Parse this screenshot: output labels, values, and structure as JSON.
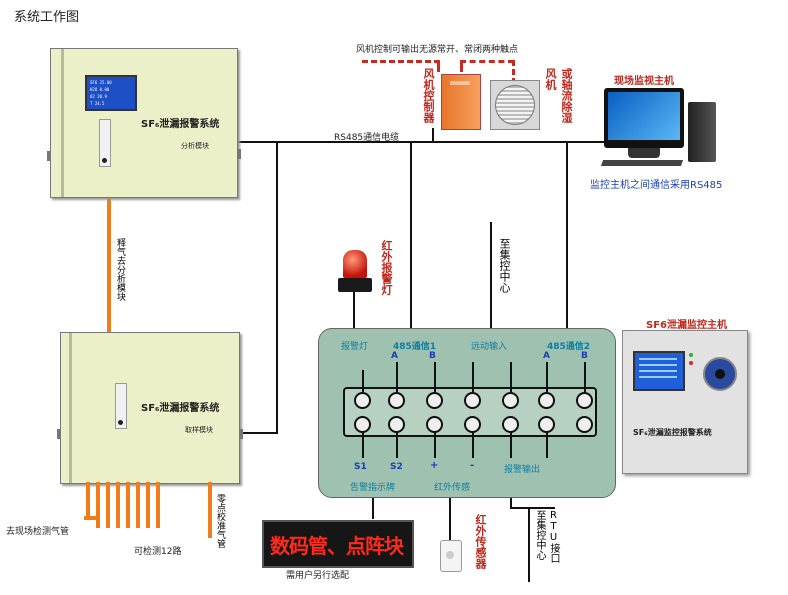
{
  "title": "系统工作图",
  "analyzer_box": {
    "title": "SF₆泄漏报警系统",
    "module": "分析模块",
    "screen_lines": [
      "SF6 25.00",
      "H2O 0.00",
      "O2 20.9",
      "T 24.5"
    ]
  },
  "sampler_box": {
    "title": "SF₆泄漏报警系统",
    "module": "取样模块"
  },
  "gas_path_label": "释气去分析模块",
  "rs485_label": "RS485通信电缆",
  "fan_note": "风机控制可输出无源常开、常闭两种触点",
  "fan_controller_label": "风机控制器",
  "fan_label": "或轴流除湿风机",
  "pc_title": "现场监视主机",
  "pc_note": "监控主机之间通信采用RS485",
  "alarm_light_label": "红外报警灯",
  "center_top_label": "至集控中心",
  "terminal": {
    "top_labels": [
      "报警灯",
      "485通信1",
      "远动输入",
      "485通信2"
    ],
    "ab_labels": [
      "A",
      "B",
      "A",
      "B"
    ],
    "bottom_labels": [
      "S1",
      "S2",
      "+",
      "-",
      "报警输出"
    ],
    "bottom_group_labels": [
      "告警指示牌",
      "红外传感"
    ]
  },
  "main_host": {
    "label": "SF6泄漏监控主机",
    "panel_title": "SF₆泄漏监控报警系统"
  },
  "field_pipe_label": "去现场检测气管",
  "channels_label": "可检测12路",
  "zero_label": "零点校准气管",
  "led_sign": {
    "text": "数码管、点阵块",
    "note": "需用户另行选配"
  },
  "ir_sensor_label": "红外传感器",
  "rtu_label": "RTU接口",
  "center_bottom_label": "至集控中心"
}
